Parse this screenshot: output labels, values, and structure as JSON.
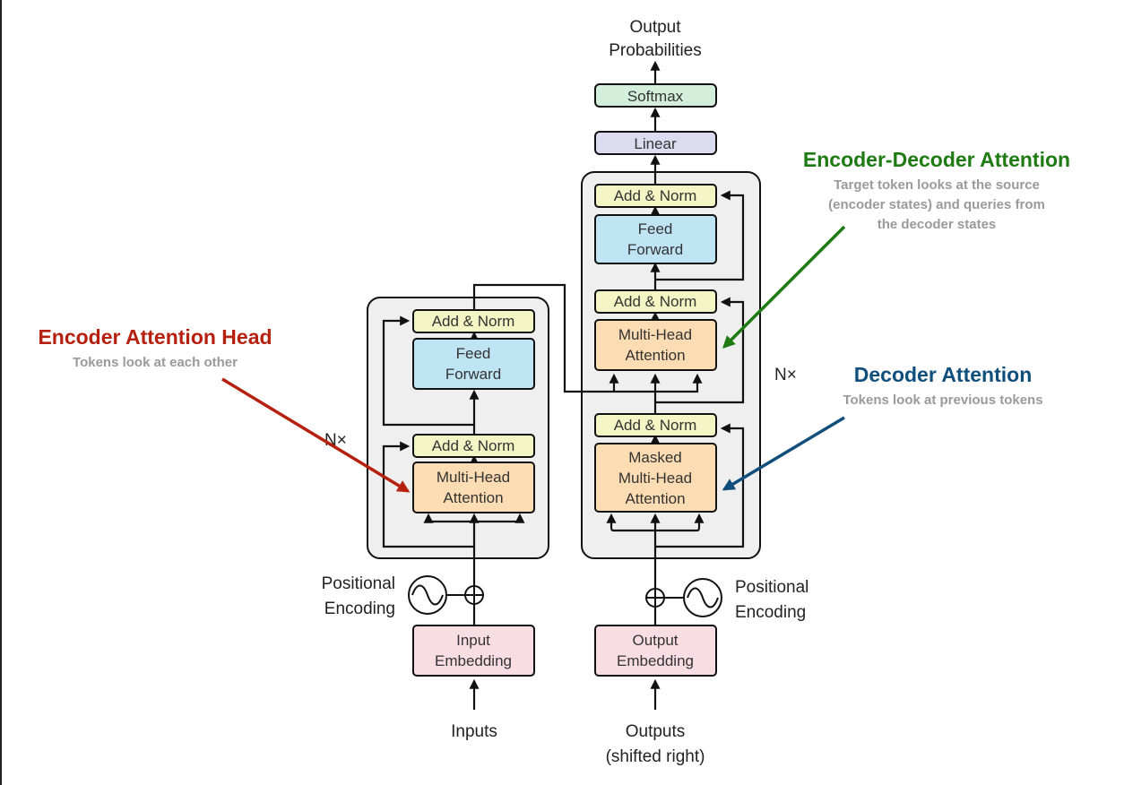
{
  "labels": {
    "output_probabilities": [
      "Output",
      "Probabilities"
    ],
    "inputs": "Inputs",
    "outputs": [
      "Outputs",
      "(shifted right)"
    ],
    "nx_encoder": "N×",
    "nx_decoder": "N×",
    "positional_encoding_left": [
      "Positional",
      "Encoding"
    ],
    "positional_encoding_right": [
      "Positional",
      "Encoding"
    ]
  },
  "blocks": {
    "softmax": "Softmax",
    "linear": "Linear",
    "add_norm": "Add & Norm",
    "feed_forward": [
      "Feed",
      "Forward"
    ],
    "multi_head_attention": [
      "Multi-Head",
      "Attention"
    ],
    "masked_multi_head_attention": [
      "Masked",
      "Multi-Head",
      "Attention"
    ],
    "input_embedding": [
      "Input",
      "Embedding"
    ],
    "output_embedding": [
      "Output",
      "Embedding"
    ]
  },
  "annotations": {
    "encoder": {
      "title": "Encoder Attention Head",
      "subtitle": [
        "Tokens look at each other"
      ],
      "color": "#b5200f"
    },
    "enc_dec": {
      "title": "Encoder-Decoder Attention",
      "subtitle": [
        "Target token looks at the source",
        "(encoder states) and queries from",
        "the decoder states"
      ],
      "color": "#1e7a12"
    },
    "decoder": {
      "title": "Decoder Attention",
      "subtitle": [
        "Tokens look at previous tokens"
      ],
      "color": "#104f7c"
    }
  },
  "colors": {
    "add_norm_fill": "#f3f6c4",
    "feed_forward_fill": "#bfe4f4",
    "attention_fill": "#fcdcb2",
    "embedding_fill": "#f8dde3",
    "softmax_fill": "#d3eedb",
    "linear_fill": "#dcdcf0",
    "stack_fill": "#efefef"
  }
}
